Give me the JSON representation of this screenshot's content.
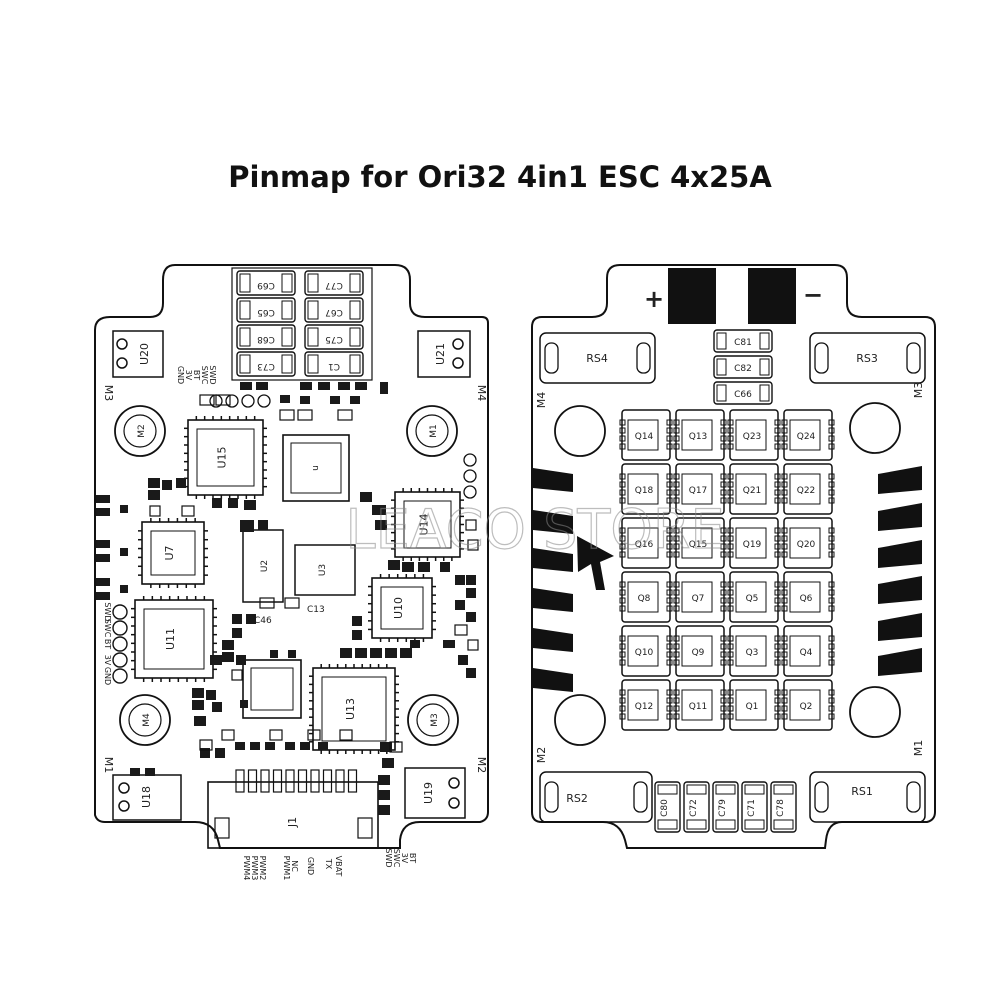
{
  "title": "Pinmap for Ori32 4in1 ESC 4x25A",
  "watermark": "LEACO STORE",
  "colors": {
    "ink": "#111111",
    "pad": "#1a1a1a",
    "background": "#ffffff"
  },
  "left_board": {
    "top_caps": [
      "C69",
      "C65",
      "C68",
      "C73",
      "C77",
      "C67",
      "C75",
      "C1"
    ],
    "regulators": [
      "U20",
      "U21",
      "U18",
      "U19"
    ],
    "mounts": [
      "M2",
      "M1",
      "M4",
      "M3"
    ],
    "corner_labels": [
      "M3",
      "M4",
      "M1",
      "M2"
    ],
    "chips": [
      "U15",
      "U7",
      "U11",
      "U14",
      "U10",
      "U13"
    ],
    "small_chips": [
      "U2",
      "U3"
    ],
    "misc_labels": [
      "C46",
      "C13"
    ],
    "connector": "J1",
    "top_pins": [
      "GND",
      "3V",
      "BT",
      "SWC",
      "SWD"
    ],
    "side_pins": [
      "SWD",
      "SWC",
      "BT",
      "3V",
      "GND"
    ],
    "bottom_pins_left": [
      "PWM1",
      "NC",
      "PWM2",
      "PWM3",
      "PWM4"
    ],
    "bottom_pins_mid": [
      "VBAT",
      "TX",
      "GND"
    ],
    "bottom_pins_right": [
      "BT",
      "3V",
      "SWC",
      "SWD"
    ]
  },
  "right_board": {
    "plus": "+",
    "minus": "−",
    "shunts": [
      "RS4",
      "RS3",
      "RS2",
      "RS1"
    ],
    "corner_labels": [
      "M4",
      "M3",
      "M2",
      "M1"
    ],
    "top_caps": [
      "C81",
      "C82",
      "C66"
    ],
    "mosfets": [
      [
        "Q14",
        "Q13",
        "Q23",
        "Q24"
      ],
      [
        "Q18",
        "Q17",
        "Q21",
        "Q22"
      ],
      [
        "Q16",
        "Q15",
        "Q19",
        "Q20"
      ],
      [
        "Q8",
        "Q7",
        "Q5",
        "Q6"
      ],
      [
        "Q10",
        "Q9",
        "Q3",
        "Q4"
      ],
      [
        "Q12",
        "Q11",
        "Q1",
        "Q2"
      ]
    ],
    "bottom_caps": [
      "C80",
      "C72",
      "C79",
      "C71",
      "C78"
    ]
  }
}
